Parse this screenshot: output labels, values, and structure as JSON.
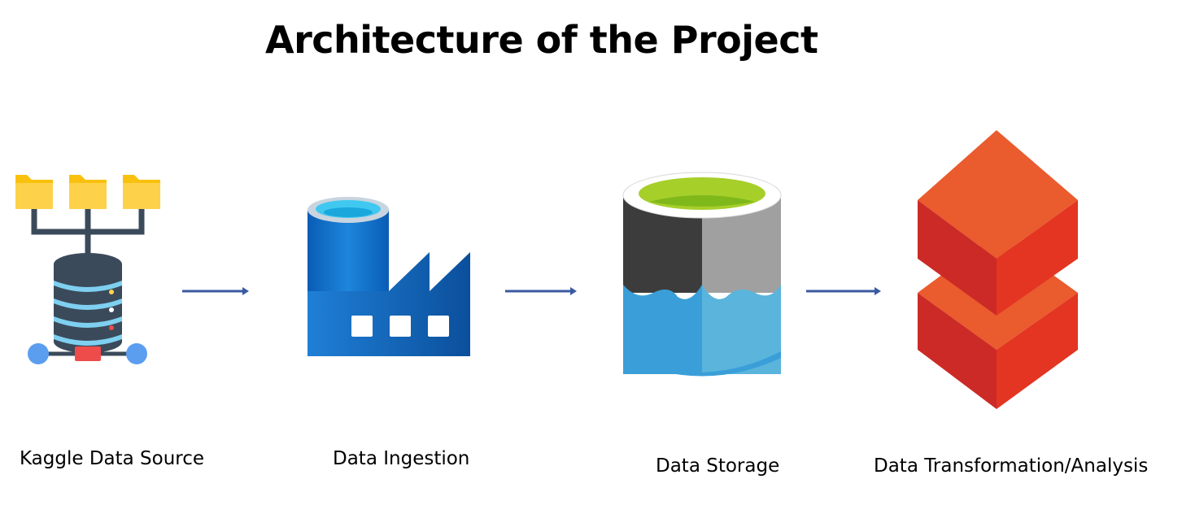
{
  "title": "Architecture of the Project",
  "nodes": [
    {
      "label": "Kaggle Data Source",
      "icon": "server-folders-icon"
    },
    {
      "label": "Data Ingestion",
      "icon": "azure-data-factory-icon"
    },
    {
      "label": "Data Storage",
      "icon": "azure-data-lake-storage-icon"
    },
    {
      "label": "Data Transformation/Analysis",
      "icon": "databricks-icon"
    }
  ],
  "colors": {
    "arrow": "#3a5aa0",
    "folder": "#f9c10e",
    "server": "#3b4a5a",
    "server_stripe": "#7fd0f0",
    "network_node": "#5b9ef0",
    "network_hub": "#ee4b4b",
    "factory_blue": "#0a6fc9",
    "factory_dark": "#0b4f9c",
    "storage_green": "#a6cf2a",
    "storage_dark": "#3c3c3c",
    "storage_gray": "#a0a0a0",
    "storage_blue": "#3a9fd8",
    "databricks_orange": "#e65a2e",
    "databricks_red": "#c8282a"
  }
}
